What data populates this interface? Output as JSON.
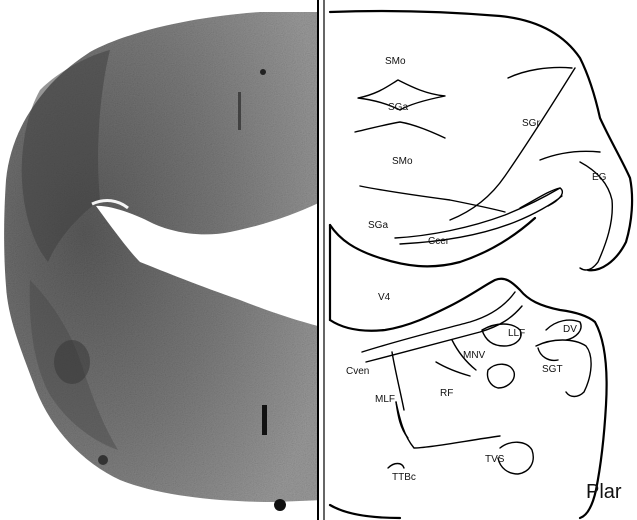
{
  "figure": {
    "caption": "Plar",
    "region_labels": [
      {
        "id": "smo-top",
        "text": "SMo"
      },
      {
        "id": "sga-top",
        "text": "SGa"
      },
      {
        "id": "smo-mid",
        "text": "SMo"
      },
      {
        "id": "sgr",
        "text": "SGr"
      },
      {
        "id": "eg",
        "text": "EG"
      },
      {
        "id": "sga-bottom",
        "text": "SGa"
      },
      {
        "id": "ccer",
        "text": "Ccer"
      },
      {
        "id": "v4",
        "text": "V4"
      },
      {
        "id": "llf",
        "text": "LLF"
      },
      {
        "id": "dv",
        "text": "DV"
      },
      {
        "id": "mnv",
        "text": "MNV"
      },
      {
        "id": "sgt",
        "text": "SGT"
      },
      {
        "id": "cven",
        "text": "Cven"
      },
      {
        "id": "rf",
        "text": "RF"
      },
      {
        "id": "mlf",
        "text": "MLF"
      },
      {
        "id": "tvs",
        "text": "TVS"
      },
      {
        "id": "ttbc",
        "text": "TTBc"
      }
    ]
  },
  "colors": {
    "line": "#000000",
    "background": "#ffffff",
    "tissue_base": "#8a8a8a",
    "tissue_dark": "#4a4a4a"
  }
}
